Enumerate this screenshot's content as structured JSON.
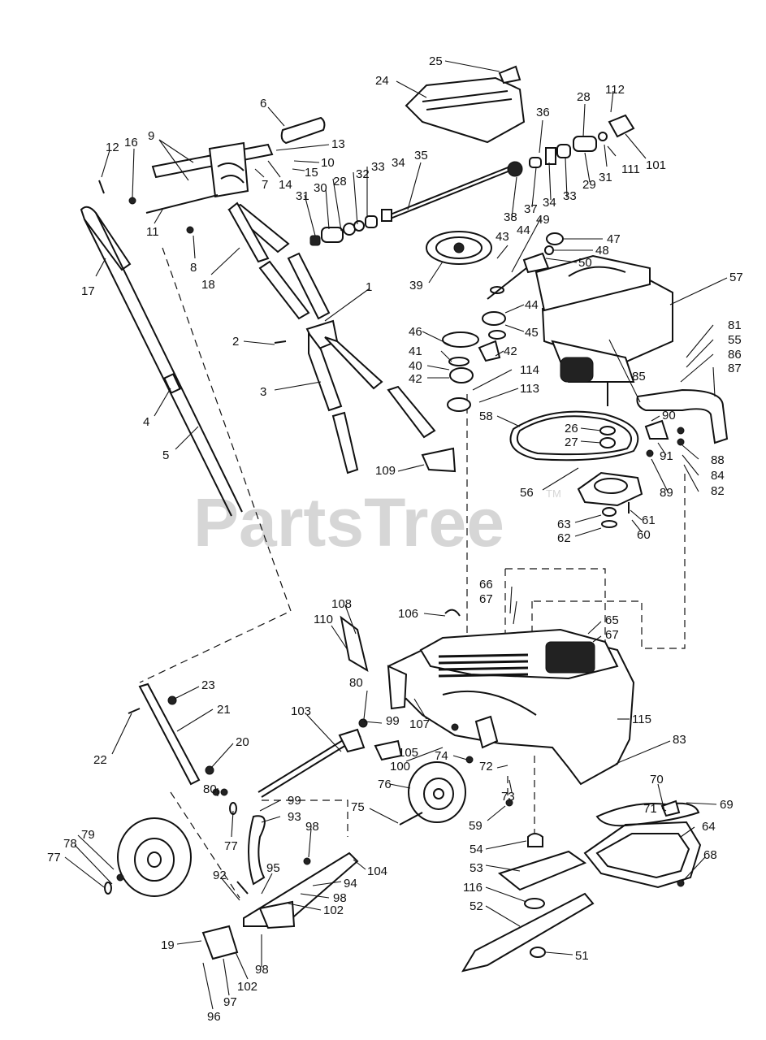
{
  "watermark": {
    "text": "PartsTree",
    "trademark": "TM"
  },
  "callouts": [
    "1",
    "2",
    "3",
    "4",
    "5",
    "6",
    "7",
    "8",
    "9",
    "10",
    "11",
    "12",
    "13",
    "14",
    "15",
    "16",
    "17",
    "18",
    "19",
    "20",
    "21",
    "22",
    "23",
    "24",
    "25",
    "26",
    "27",
    "28",
    "28",
    "29",
    "30",
    "31",
    "31",
    "32",
    "33",
    "33",
    "34",
    "34",
    "35",
    "36",
    "37",
    "38",
    "39",
    "40",
    "41",
    "42",
    "42",
    "42",
    "43",
    "44",
    "44",
    "45",
    "46",
    "47",
    "48",
    "49",
    "50",
    "51",
    "52",
    "53",
    "54",
    "55",
    "56",
    "57",
    "58",
    "59",
    "60",
    "61",
    "62",
    "63",
    "64",
    "65",
    "66",
    "67",
    "67",
    "68",
    "69",
    "70",
    "71",
    "72",
    "73",
    "74",
    "75",
    "76",
    "77",
    "77",
    "78",
    "79",
    "80",
    "80",
    "80",
    "81",
    "82",
    "83",
    "84",
    "85",
    "86",
    "87",
    "88",
    "89",
    "90",
    "91",
    "92",
    "93",
    "94",
    "95",
    "96",
    "97",
    "98",
    "98",
    "98",
    "99",
    "99",
    "100",
    "101",
    "102",
    "102",
    "103",
    "104",
    "105",
    "106",
    "107",
    "108",
    "109",
    "110",
    "111",
    "112",
    "113",
    "114",
    "115",
    "116"
  ]
}
